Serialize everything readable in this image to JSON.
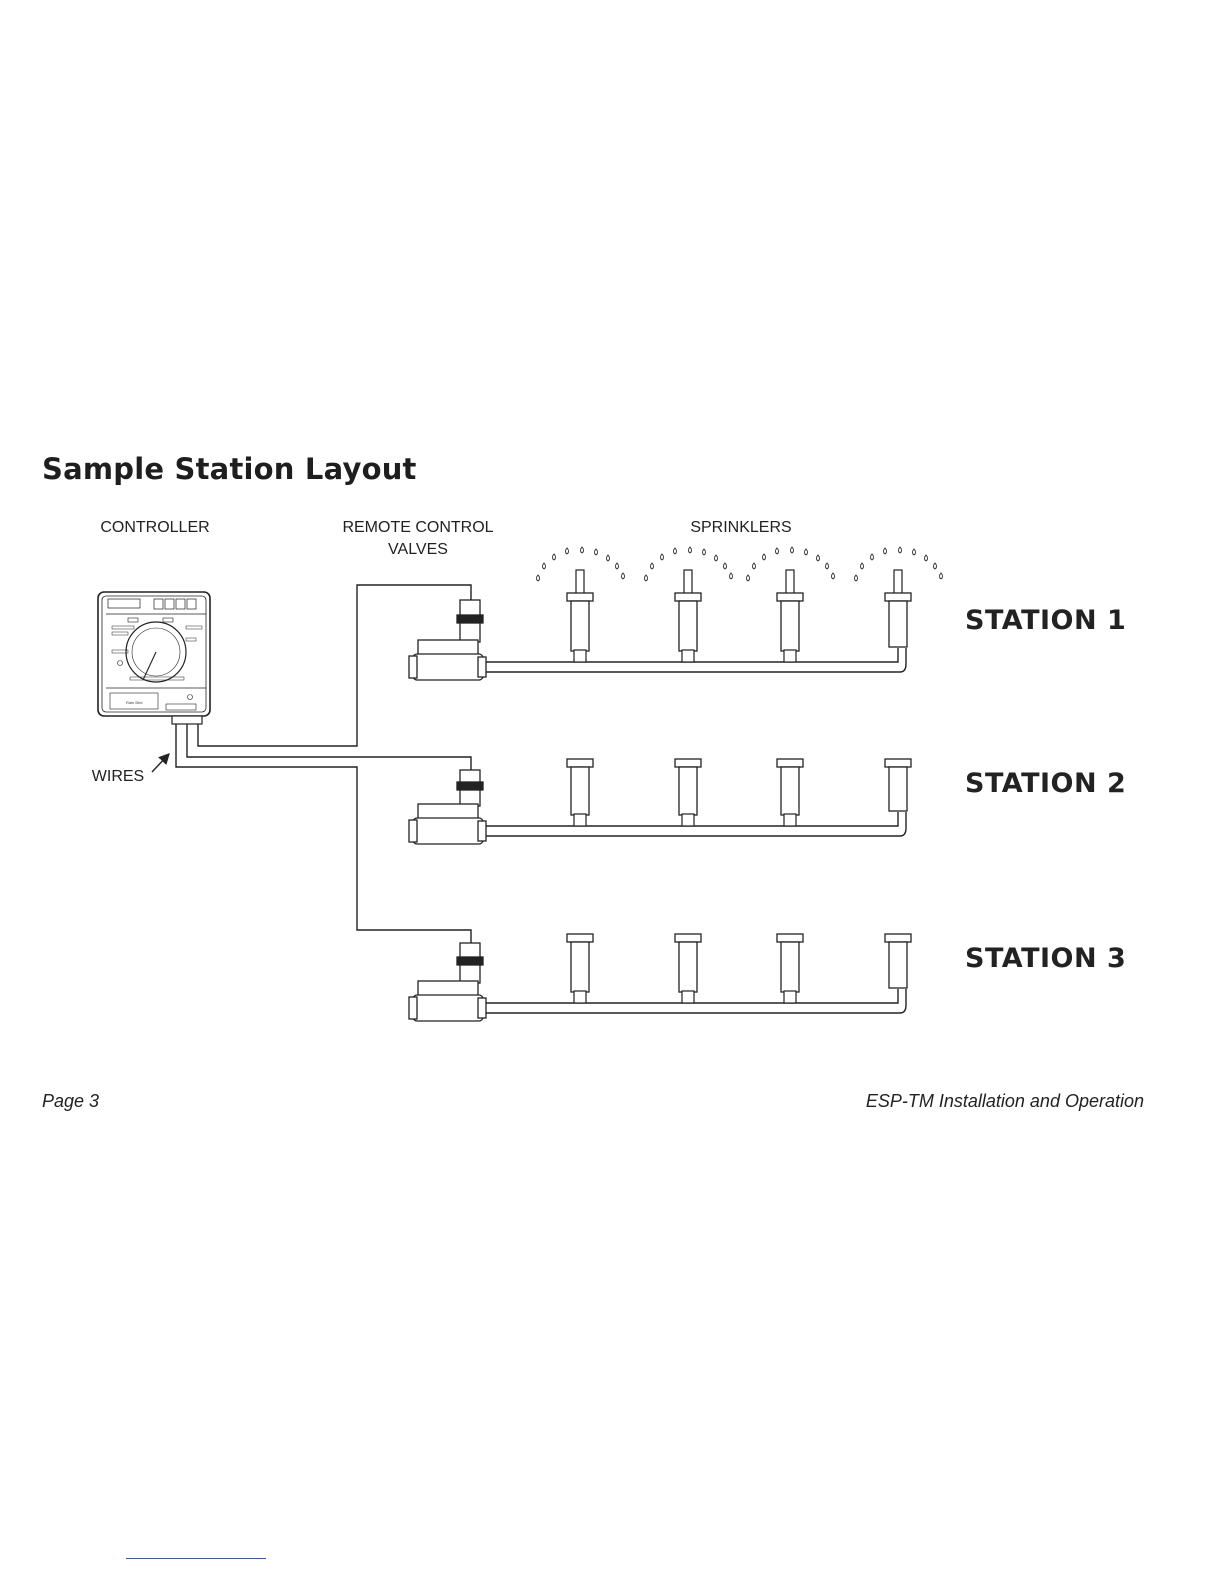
{
  "title": "Sample Station Layout",
  "labels": {
    "controller": "CONTROLLER",
    "valves_line1": "REMOTE CONTROL",
    "valves_line2": "VALVES",
    "sprinklers": "SPRINKLERS",
    "wires": "WIRES"
  },
  "stations": [
    "STATION 1",
    "STATION 2",
    "STATION 3"
  ],
  "controller_brand": "Rain Bird",
  "footer": {
    "page": "Page 3",
    "doc": "ESP-TM Installation and Operation"
  }
}
